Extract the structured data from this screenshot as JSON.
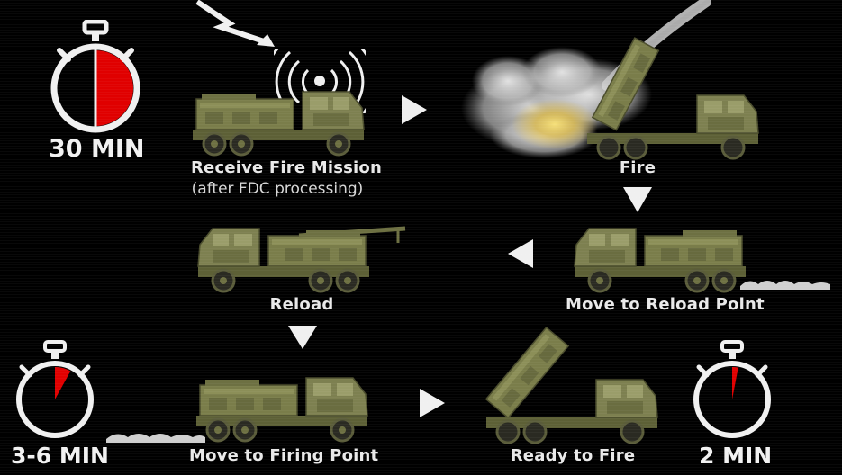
{
  "steps": {
    "receive": {
      "title": "Receive Fire Mission",
      "note": "(after FDC processing)"
    },
    "fire": {
      "title": "Fire"
    },
    "move_reload": {
      "title": "Move to Reload Point"
    },
    "reload": {
      "title": "Reload"
    },
    "move_firing": {
      "title": "Move to Firing Point"
    },
    "ready": {
      "title": "Ready to Fire"
    }
  },
  "timers": {
    "t30": {
      "label": "30 MIN",
      "fraction": 0.5
    },
    "t36": {
      "label": "3-6 MIN",
      "fraction": 0.08
    },
    "t2": {
      "label": "2 MIN",
      "fraction": 0.03
    }
  },
  "colors": {
    "background": "#000000",
    "timer_fill": "#e00000",
    "truck_olive": "#7a7d4a",
    "arrow": "#f0f0f0"
  },
  "icons": [
    "stopwatch-icon",
    "lightning-icon",
    "radio-signal-icon",
    "smoke-cloud-icon",
    "rocket-launcher-truck-icon",
    "arrow-right-icon",
    "arrow-down-icon",
    "arrow-left-icon"
  ]
}
